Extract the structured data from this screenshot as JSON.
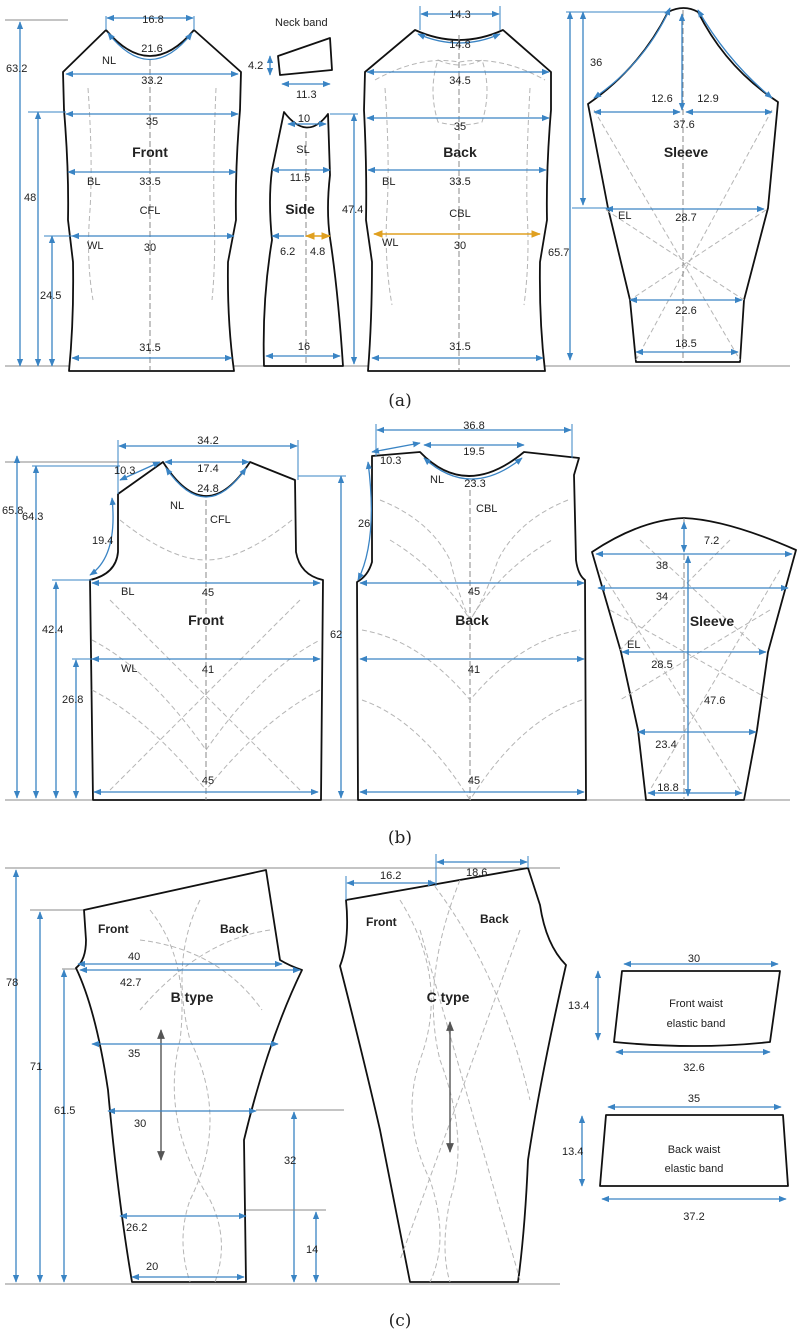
{
  "panel_a": {
    "caption": "(a)",
    "front": {
      "title": "Front",
      "labels": {
        "nl": "NL",
        "bl": "BL",
        "cfl": "CFL",
        "wl": "WL"
      },
      "dims": {
        "neck_width": "16.8",
        "neck_curve": "21.6",
        "shoulder": "33.2",
        "chest": "35",
        "bust": "33.5",
        "waist": "30",
        "hem": "31.5",
        "total_length": "63.2",
        "bust_to_hem": "48",
        "waist_to_hem": "24.5"
      }
    },
    "neckband": {
      "title": "Neck band",
      "height": "4.2",
      "length": "11.3"
    },
    "side": {
      "title": "Side",
      "labels": {
        "sl": "SL"
      },
      "dims": {
        "top": "10",
        "bust": "11.5",
        "waist_left": "6.2",
        "waist_right": "4.8",
        "hem": "16",
        "length": "47.4"
      }
    },
    "back": {
      "title": "Back",
      "labels": {
        "bl": "BL",
        "cbl": "CBL",
        "wl": "WL"
      },
      "dims": {
        "neck_width": "14.3",
        "neck_curve": "14.8",
        "shoulder": "34.5",
        "chest": "35",
        "bust": "33.5",
        "waist": "30",
        "hem": "31.5"
      }
    },
    "sleeve": {
      "title": "Sleeve",
      "labels": {
        "el": "EL"
      },
      "dims": {
        "cap_height": "36",
        "cap_left": "12.6",
        "cap_right": "12.9",
        "bicep": "37.6",
        "elbow": "28.7",
        "forearm": "22.6",
        "wrist": "18.5",
        "length": "65.7"
      }
    }
  },
  "panel_b": {
    "caption": "(b)",
    "front": {
      "title": "Front",
      "labels": {
        "nl": "NL",
        "cfl": "CFL",
        "bl": "BL",
        "wl": "WL"
      },
      "dims": {
        "neck_width": "34.2",
        "shoulder_top": "10.3",
        "neck_open": "17.4",
        "neck_curve": "24.8",
        "armhole": "19.4",
        "bust": "45",
        "waist": "41",
        "hem": "45",
        "total_a": "65.8",
        "total_b": "64.3",
        "bust_to_hem": "42.4",
        "waist_to_hem": "26.8",
        "side_len": "62"
      }
    },
    "back": {
      "title": "Back",
      "labels": {
        "nl": "NL",
        "cbl": "CBL"
      },
      "dims": {
        "width": "36.8",
        "shoulder_top": "10.3",
        "neck_open": "19.5",
        "neck_curve": "23.3",
        "armhole": "26",
        "bust": "45",
        "waist": "41",
        "hem": "45"
      }
    },
    "sleeve": {
      "title": "Sleeve",
      "labels": {
        "el": "EL"
      },
      "dims": {
        "cap_height": "7.2",
        "cap": "38",
        "bicep": "34",
        "elbow": "28.5",
        "length": "47.6",
        "forearm": "23.4",
        "wrist": "18.8"
      }
    }
  },
  "panel_c": {
    "caption": "(c)",
    "b_type": {
      "title": "B type",
      "labels": {
        "front": "Front",
        "back": "Back"
      },
      "dims": {
        "hip": "40",
        "hip_curve": "42.7",
        "thigh": "35",
        "knee": "30",
        "calf": "26.2",
        "hem": "20",
        "total": "78",
        "outseam": "71",
        "inseam": "61.5",
        "knee_to_hem": "32",
        "calf_to_hem": "14"
      }
    },
    "c_type": {
      "title": "C type",
      "labels": {
        "front": "Front",
        "back": "Back"
      },
      "dims": {
        "front_top": "16.2",
        "back_top": "18.6"
      }
    },
    "front_band": {
      "title_1": "Front waist",
      "title_2": "elastic band",
      "top": "30",
      "height": "13.4",
      "bottom": "32.6"
    },
    "back_band": {
      "title_1": "Back waist",
      "title_2": "elastic band",
      "top": "35",
      "height": "13.4",
      "bottom": "37.2"
    }
  }
}
